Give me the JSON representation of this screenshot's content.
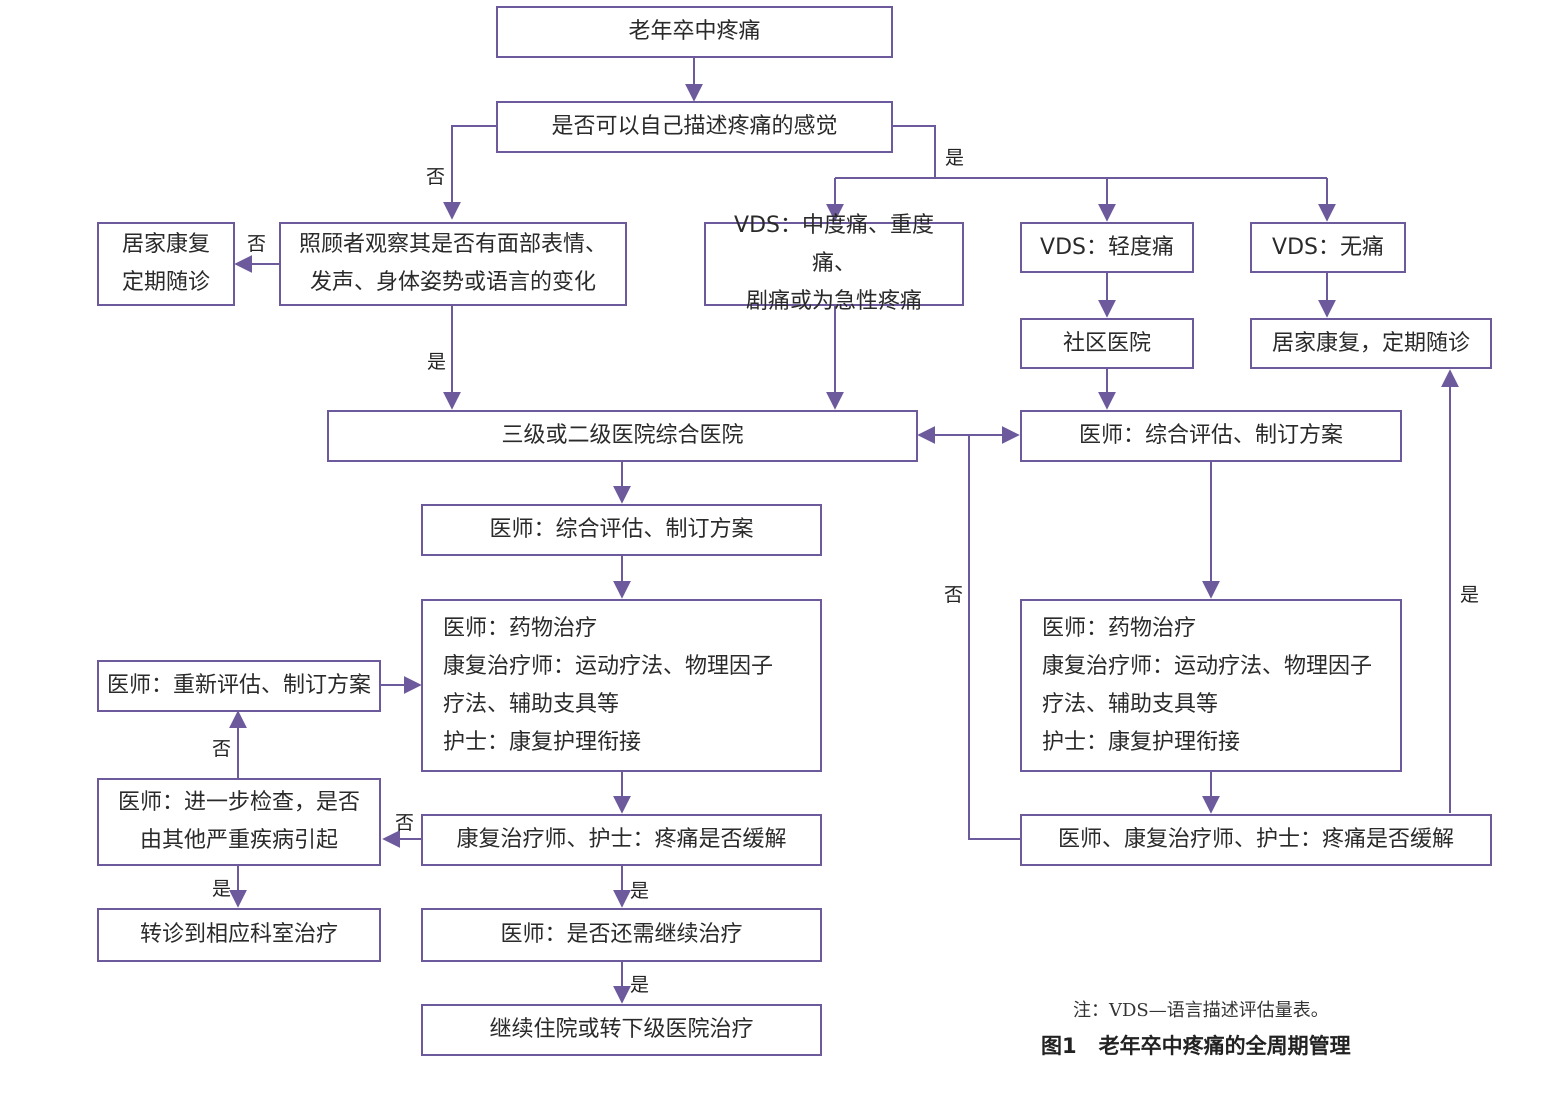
{
  "nodes": {
    "start": "老年卒中疼痛",
    "q_describe": "是否可以自己描述疼痛的感觉",
    "caregiver_observe": [
      "照顾者观察其是否有面部表情、",
      "发声、身体姿势或语言的变化"
    ],
    "home_rehab_left": [
      "居家康复",
      "定期随诊"
    ],
    "vds_severe": [
      "VDS：中度痛、重度痛、",
      "剧痛或为急性疼痛"
    ],
    "vds_mild": "VDS：轻度痛",
    "vds_none": "VDS：无痛",
    "community_hospital": "社区医院",
    "home_rehab_right": "居家康复，定期随诊",
    "tertiary_hospital": "三级或二级医院综合医院",
    "doctor_assess_right": "医师：综合评估、制订方案",
    "doctor_assess_left": "医师：综合评估、制订方案",
    "treatment_left": [
      "医师：药物治疗",
      "康复治疗师：运动疗法、物理因子",
      "疗法、辅助支具等",
      "护士：康复护理衔接"
    ],
    "treatment_right": [
      "医师：药物治疗",
      "康复治疗师：运动疗法、物理因子",
      "疗法、辅助支具等",
      "护士：康复护理衔接"
    ],
    "doctor_reassess": "医师：重新评估、制订方案",
    "doctor_further_exam": [
      "医师：进一步检查，是否",
      "由其他严重疾病引起"
    ],
    "pain_relief_left": "康复治疗师、护士：疼痛是否缓解",
    "pain_relief_right": "医师、康复治疗师、护士：疼痛是否缓解",
    "referral": "转诊到相应科室治疗",
    "continue_treatment_q": "医师：是否还需继续治疗",
    "continue_hospital": "继续住院或转下级医院治疗"
  },
  "edge_labels": {
    "yes": "是",
    "no": "否"
  },
  "footnote": "注：VDS—语言描述评估量表。",
  "caption": {
    "number": "图1",
    "title": "老年卒中疼痛的全周期管理"
  },
  "colors": {
    "line": "#6d5a9c",
    "text": "#2a2a2a"
  }
}
